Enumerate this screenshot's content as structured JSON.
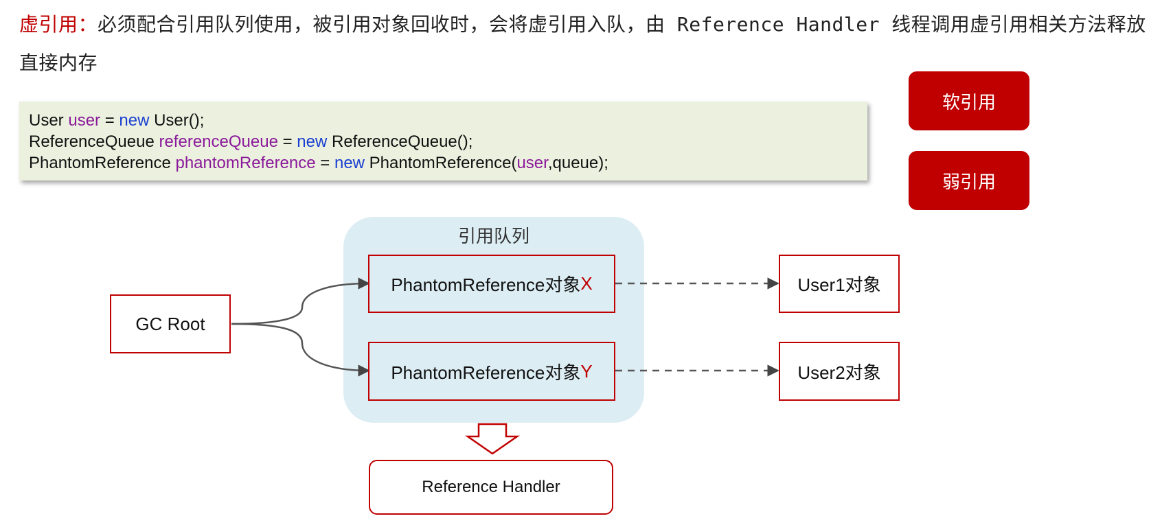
{
  "description": {
    "term": "虚引用：",
    "text": "必须配合引用队列使用，被引用对象回收时，会将虚引用入队，由 Reference Handler 线程调用虚引用相关方法释放直接内存"
  },
  "code": {
    "line1": {
      "type": "User",
      "var": "user",
      "eq": " = ",
      "kw": "new",
      "rest": " User();"
    },
    "line2": {
      "type": "ReferenceQueue",
      "var": "referenceQueue",
      "eq": " = ",
      "kw": "new",
      "rest": " ReferenceQueue();"
    },
    "line3": {
      "type": "PhantomReference",
      "var": "phantomReference",
      "eq": " = ",
      "kw": "new",
      "rest_a": " PhantomReference(",
      "arg": "user",
      "rest_b": ",queue);"
    }
  },
  "side_buttons": {
    "soft": "软引用",
    "weak": "弱引用"
  },
  "diagram": {
    "queue_title": "引用队列",
    "gc_root": "GC Root",
    "phantom_x": {
      "label": "PhantomReference对象",
      "mark": "X"
    },
    "phantom_y": {
      "label": "PhantomReference对象",
      "mark": "Y"
    },
    "user1": "User1对象",
    "user2": "User2对象",
    "handler": "Reference Handler"
  },
  "colors": {
    "accent": "#c00000",
    "queue_bg": "#dcedf3",
    "code_bg": "#ebf0df",
    "keyword": "#1a3fd1",
    "variable": "#8b1a9a"
  }
}
